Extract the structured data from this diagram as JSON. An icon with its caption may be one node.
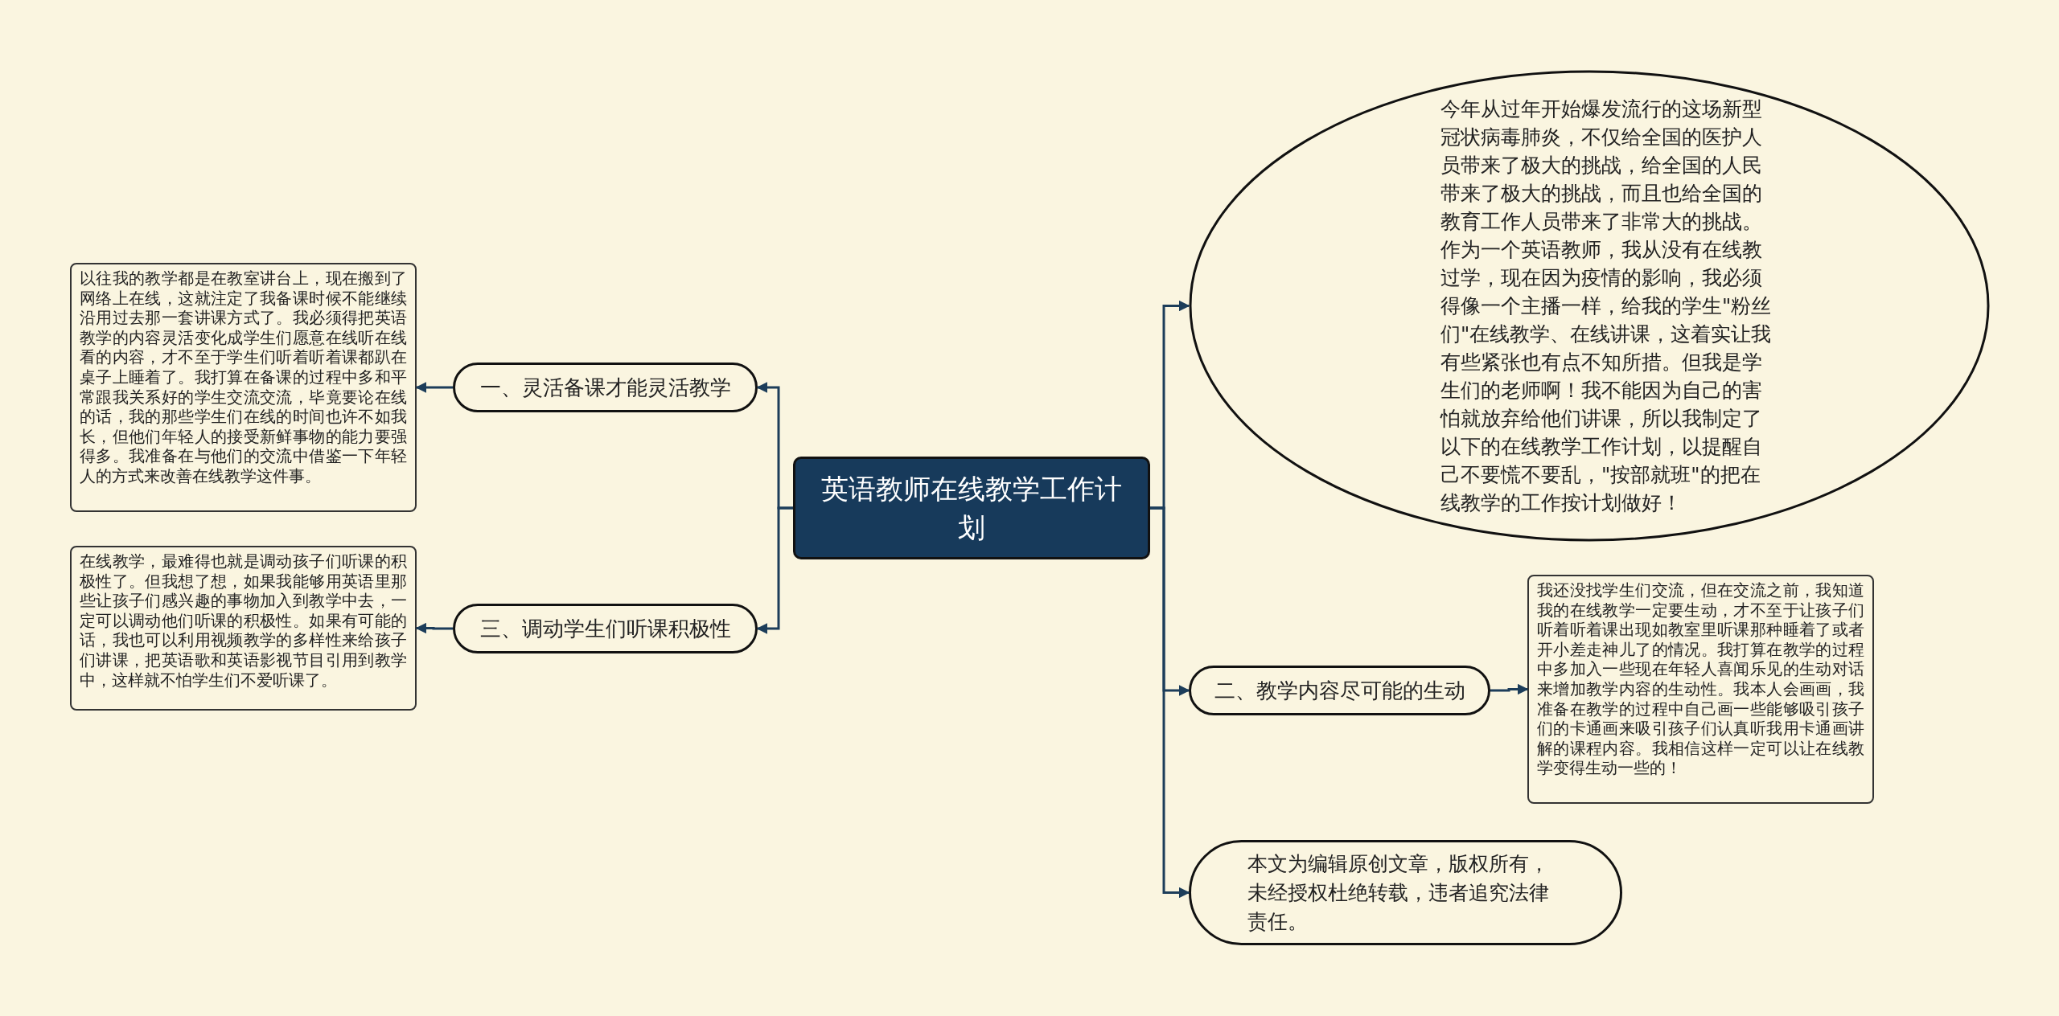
{
  "diagram": {
    "nodes": [
      {
        "text": [
          "英语教师在线教学工作计划"
        ]
      },
      {
        "text": [
          "一、灵活备课才能灵活教学"
        ]
      },
      {
        "text": [
          "以往我的教学都是在教室讲台上，现在搬到了网络上在线，这就注定了我备课时候不能继续沿用过去那一套讲课方式了。我必须得把英语教学的内容灵活变化成学生们愿意在线听在线看的内容，才不至于学生们听着听着课都趴在桌子上睡着了。我打算在备课的过程中多和平常跟我关系好的学生交流交流，毕竟要论在线的话，我的那些学生们在线的时间也许不如我长，但他们年轻人的接受新鲜事物的能力要强得多。我准备在与他们的交流中借鉴一下年轻人的方式来改善在线教学这件事。"
        ]
      },
      {
        "text": [
          "三、调动学生们听课积极性"
        ]
      },
      {
        "text": [
          "在线教学，最难得也就是调动孩子们听课的积极性了。但我想了想，如果我能够用英语里那些让孩子们感兴趣的事物加入到教学中去，一定可以调动他们听课的积极性。如果有可能的话，我也可以利用视频教学的多样性来给孩子们讲课，把英语歌和英语影视节目引用到教学中，这样就不怕学生们不爱听课了。"
        ]
      },
      {
        "text": [
          "今年从过年开始爆发流行的这场新型冠状病毒肺炎，不仅给全国的医护人员带来了极大的挑战，给全国的人民带来了极大的挑战，而且也给全国的教育工作人员带来了非常大的挑战。作为一个英语教师，我从没有在线教过学，现在因为疫情的影响，我必须得像一个主播一样，给我的学生\"粉丝们\"在线教学、在线讲课，这着实让我有些紧张也有点不知所措。但我是学生们的老师啊！我不能因为自己的害怕就放弃给他们讲课，所以我制定了以下的在线教学工作计划，以提醒自己不要慌不要乱，\"按部就班\"的把在线教学的工作按计划做好！"
        ]
      },
      {
        "text": [
          "二、教学内容尽可能的生动"
        ]
      },
      {
        "text": [
          "我还没找学生们交流，但在交流之前，我知道我的在线教学一定要生动，才不至于让孩子们听着听着课出现如教室里听课那种睡着了或者开小差走神儿了的情况。我打算在教学的过程中多加入一些现在年轻人喜闻乐见的生动对话来增加教学内容的生动性。我本人会画画，我准备在教学的过程中自己画一些能够吸引孩子们的卡通画来吸引孩子们认真听我用卡通画讲解的课程内容。我相信这样一定可以让在线教学变得生动一些的！"
        ]
      },
      {
        "text": [
          "本文为编辑原创文章，版权所有，未经授权杜绝转载，违者追究法律责任。"
        ]
      }
    ],
    "edges": [
      {
        "from": 0,
        "to": 1,
        "arrow": "to"
      },
      {
        "from": 0,
        "to": 3,
        "arrow": "to"
      },
      {
        "from": 1,
        "to": 2,
        "arrow": "to"
      },
      {
        "from": 3,
        "to": 4,
        "arrow": "to"
      },
      {
        "from": 0,
        "to": 5,
        "arrow": "to"
      },
      {
        "from": 0,
        "to": 6,
        "arrow": "to"
      },
      {
        "from": 0,
        "to": 8,
        "arrow": "to"
      },
      {
        "from": 6,
        "to": 7,
        "arrow": "to"
      }
    ]
  }
}
